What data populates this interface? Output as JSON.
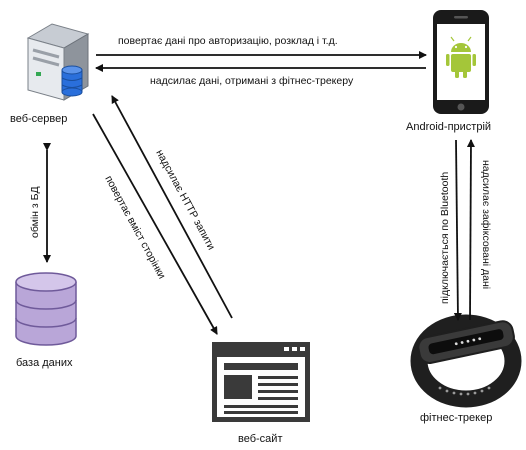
{
  "nodes": {
    "web_server": {
      "label": "веб-сервер",
      "icon": "server-database-icon"
    },
    "android": {
      "label": "Android-пристрій",
      "icon": "android-phone-icon"
    },
    "database": {
      "label": "база даних",
      "icon": "database-icon"
    },
    "website": {
      "label": "веб-сайт",
      "icon": "browser-window-icon"
    },
    "tracker": {
      "label": "фітнес-трекер",
      "icon": "fitness-band-icon"
    }
  },
  "edges": {
    "server_to_android": "повертає дані про авторизацію, розклад і т.д.",
    "android_to_server": "надсилає дані, отримані з фітнес-трекеру",
    "server_db": "обмін з БД",
    "site_to_server": "надсилає HTTP запити",
    "server_to_site": "повертає вміст сторінки",
    "android_to_tracker": "підключається по Bluetooth",
    "tracker_to_android": "надсилає зафіксовані дані"
  },
  "colors": {
    "line": "#111111",
    "android_green": "#a4c639",
    "server_body": "#d9dde3",
    "db_fill": "#b9a6d8",
    "db_stroke": "#6f5a9a",
    "window_dark": "#3a3a3a"
  }
}
